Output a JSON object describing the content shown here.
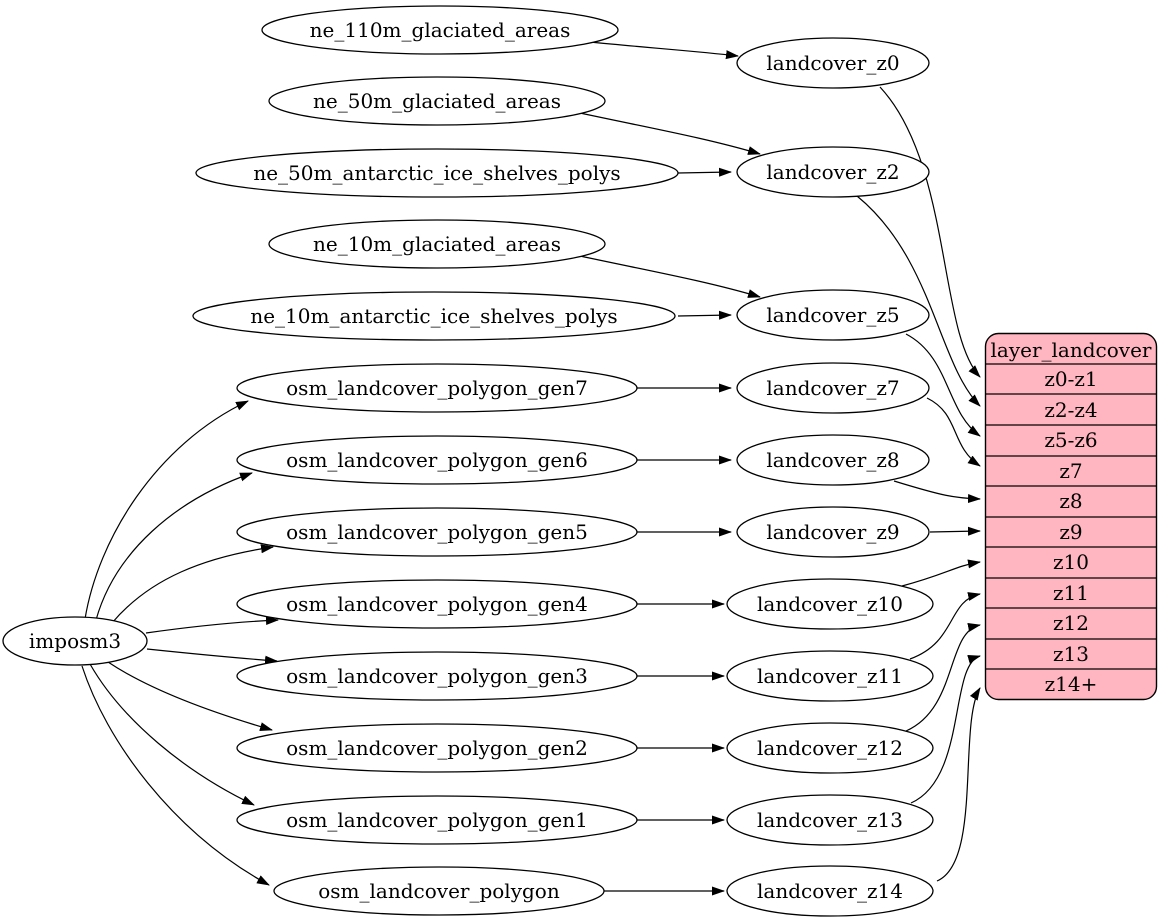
{
  "diagram": {
    "kind": "graphviz-etl-flow",
    "colors": {
      "background": "#ffffff",
      "node_fill": "#ffffff",
      "node_stroke": "#000000",
      "edge": "#000000",
      "table_fill": "#ffb6c1",
      "text": "#000000"
    },
    "nodes": {
      "imposm3": {
        "label": "imposm3"
      },
      "ne_110m_glaciated_areas": {
        "label": "ne_110m_glaciated_areas"
      },
      "ne_50m_glaciated_areas": {
        "label": "ne_50m_glaciated_areas"
      },
      "ne_50m_antarctic_ice_shelves_polys": {
        "label": "ne_50m_antarctic_ice_shelves_polys"
      },
      "ne_10m_glaciated_areas": {
        "label": "ne_10m_glaciated_areas"
      },
      "ne_10m_antarctic_ice_shelves_polys": {
        "label": "ne_10m_antarctic_ice_shelves_polys"
      },
      "osm_landcover_polygon_gen7": {
        "label": "osm_landcover_polygon_gen7"
      },
      "osm_landcover_polygon_gen6": {
        "label": "osm_landcover_polygon_gen6"
      },
      "osm_landcover_polygon_gen5": {
        "label": "osm_landcover_polygon_gen5"
      },
      "osm_landcover_polygon_gen4": {
        "label": "osm_landcover_polygon_gen4"
      },
      "osm_landcover_polygon_gen3": {
        "label": "osm_landcover_polygon_gen3"
      },
      "osm_landcover_polygon_gen2": {
        "label": "osm_landcover_polygon_gen2"
      },
      "osm_landcover_polygon_gen1": {
        "label": "osm_landcover_polygon_gen1"
      },
      "osm_landcover_polygon": {
        "label": "osm_landcover_polygon"
      },
      "landcover_z0": {
        "label": "landcover_z0"
      },
      "landcover_z2": {
        "label": "landcover_z2"
      },
      "landcover_z5": {
        "label": "landcover_z5"
      },
      "landcover_z7": {
        "label": "landcover_z7"
      },
      "landcover_z8": {
        "label": "landcover_z8"
      },
      "landcover_z9": {
        "label": "landcover_z9"
      },
      "landcover_z10": {
        "label": "landcover_z10"
      },
      "landcover_z11": {
        "label": "landcover_z11"
      },
      "landcover_z12": {
        "label": "landcover_z12"
      },
      "landcover_z13": {
        "label": "landcover_z13"
      },
      "landcover_z14": {
        "label": "landcover_z14"
      }
    },
    "table": {
      "title": "layer_landcover",
      "rows": [
        "z0-z1",
        "z2-z4",
        "z5-z6",
        "z7",
        "z8",
        "z9",
        "z10",
        "z11",
        "z12",
        "z13",
        "z14+"
      ]
    },
    "edges": [
      {
        "from": "ne_110m_glaciated_areas",
        "to": "landcover_z0"
      },
      {
        "from": "ne_50m_glaciated_areas",
        "to": "landcover_z2"
      },
      {
        "from": "ne_50m_antarctic_ice_shelves_polys",
        "to": "landcover_z2"
      },
      {
        "from": "ne_10m_glaciated_areas",
        "to": "landcover_z5"
      },
      {
        "from": "ne_10m_antarctic_ice_shelves_polys",
        "to": "landcover_z5"
      },
      {
        "from": "imposm3",
        "to": "osm_landcover_polygon_gen7"
      },
      {
        "from": "imposm3",
        "to": "osm_landcover_polygon_gen6"
      },
      {
        "from": "imposm3",
        "to": "osm_landcover_polygon_gen5"
      },
      {
        "from": "imposm3",
        "to": "osm_landcover_polygon_gen4"
      },
      {
        "from": "imposm3",
        "to": "osm_landcover_polygon_gen3"
      },
      {
        "from": "imposm3",
        "to": "osm_landcover_polygon_gen2"
      },
      {
        "from": "imposm3",
        "to": "osm_landcover_polygon_gen1"
      },
      {
        "from": "imposm3",
        "to": "osm_landcover_polygon"
      },
      {
        "from": "osm_landcover_polygon_gen7",
        "to": "landcover_z7"
      },
      {
        "from": "osm_landcover_polygon_gen6",
        "to": "landcover_z8"
      },
      {
        "from": "osm_landcover_polygon_gen5",
        "to": "landcover_z9"
      },
      {
        "from": "osm_landcover_polygon_gen4",
        "to": "landcover_z10"
      },
      {
        "from": "osm_landcover_polygon_gen3",
        "to": "landcover_z11"
      },
      {
        "from": "osm_landcover_polygon_gen2",
        "to": "landcover_z12"
      },
      {
        "from": "osm_landcover_polygon_gen1",
        "to": "landcover_z13"
      },
      {
        "from": "osm_landcover_polygon",
        "to": "landcover_z14"
      },
      {
        "from": "landcover_z0",
        "to": "layer_landcover.z0-z1"
      },
      {
        "from": "landcover_z2",
        "to": "layer_landcover.z2-z4"
      },
      {
        "from": "landcover_z5",
        "to": "layer_landcover.z5-z6"
      },
      {
        "from": "landcover_z7",
        "to": "layer_landcover.z7"
      },
      {
        "from": "landcover_z8",
        "to": "layer_landcover.z8"
      },
      {
        "from": "landcover_z9",
        "to": "layer_landcover.z9"
      },
      {
        "from": "landcover_z10",
        "to": "layer_landcover.z10"
      },
      {
        "from": "landcover_z11",
        "to": "layer_landcover.z11"
      },
      {
        "from": "landcover_z12",
        "to": "layer_landcover.z12"
      },
      {
        "from": "landcover_z13",
        "to": "layer_landcover.z13"
      },
      {
        "from": "landcover_z14",
        "to": "layer_landcover.z14+"
      }
    ]
  }
}
